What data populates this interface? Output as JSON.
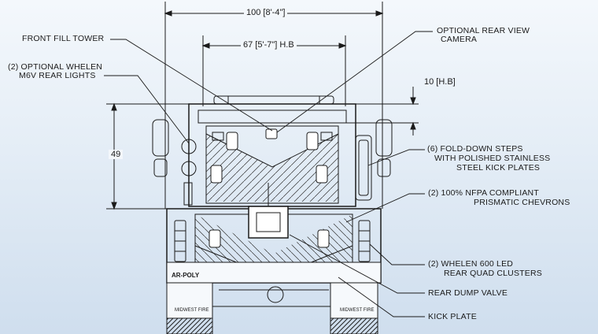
{
  "dimensions": {
    "overall_width": "100 [8'-4\"]",
    "hose_bed_width": "67 [5'-7\"] H.B",
    "hose_bed_height": "10 [H.B]",
    "body_height": "49"
  },
  "callouts": {
    "front_fill_tower": "FRONT FILL TOWER",
    "rear_view_camera_line1": "OPTIONAL REAR VIEW",
    "rear_view_camera_line2": "CAMERA",
    "rear_lights_line1": "(2) OPTIONAL WHELEN",
    "rear_lights_line2": "M6V REAR LIGHTS",
    "steps_line1": "(6) FOLD-DOWN STEPS",
    "steps_line2": "WITH POLISHED STAINLESS",
    "steps_line3": "STEEL KICK PLATES",
    "chevrons_line1": "(2) 100% NFPA COMPLIANT",
    "chevrons_line2": "PRISMATIC CHEVRONS",
    "quad_clusters_line1": "(2) WHELEN 600 LED",
    "quad_clusters_line2": "REAR QUAD CLUSTERS",
    "dump_valve": "REAR DUMP VALVE",
    "kick_plate": "KICK PLATE"
  },
  "truck_text": {
    "model_badge": "AR-POLY",
    "mudflap_text": "MIDWEST FIRE"
  },
  "colors": {
    "line": "#1b1b1b",
    "background_top": "#f4f8fc",
    "background_bottom": "#cfdeee"
  }
}
